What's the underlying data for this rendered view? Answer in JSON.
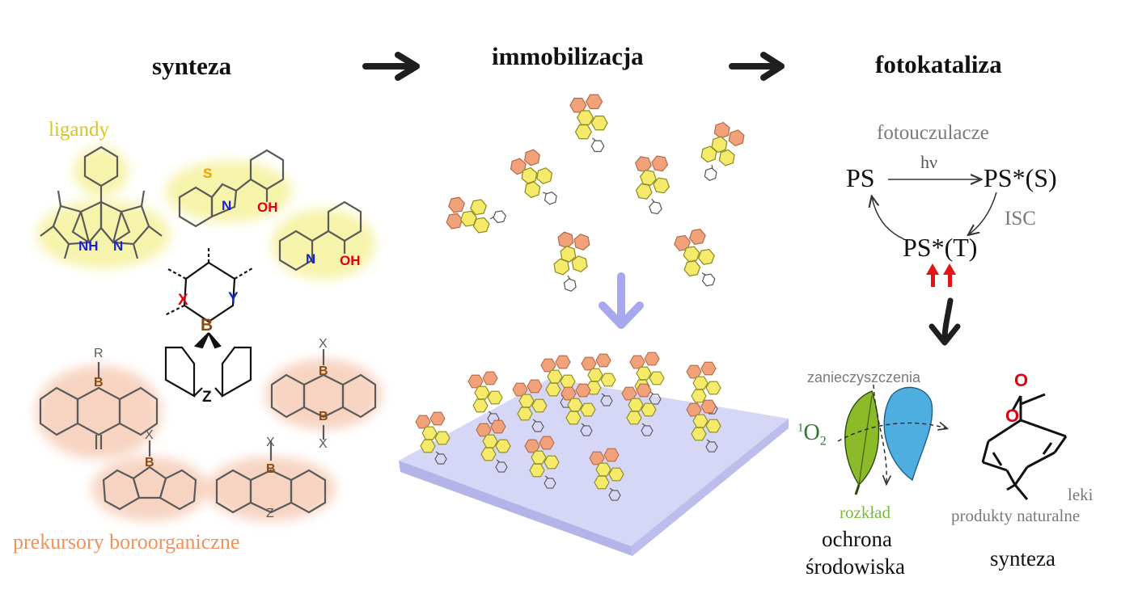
{
  "headers": {
    "synthesis": "synteza",
    "immobilization": "immobilizacja",
    "photocatalysis": "fotokataliza"
  },
  "left_panel": {
    "ligands_label": "ligandy",
    "precursors_label": "prekursory boroorganiczne",
    "atoms": {
      "nh": "NH",
      "n": "N",
      "s": "S",
      "oh": "OH",
      "x": "X",
      "y": "Y",
      "b": "B",
      "z": "Z",
      "r": "R"
    }
  },
  "cycle": {
    "photosensitizers_label": "fotouczulacze",
    "ps": "PS",
    "ps_singlet": "PS*(S)",
    "ps_triplet": "PS*(T)",
    "hv": "hν",
    "isc": "ISC"
  },
  "applications": {
    "pollutants": "zanieczyszczenia",
    "singlet_oxygen_sup": "1",
    "singlet_oxygen": "O",
    "singlet_oxygen_sub": "2",
    "degradation": "rozkład",
    "env_protection_line1": "ochrona",
    "env_protection_line2": "środowiska",
    "drugs": "leki",
    "natural_products": "produkty naturalne",
    "synthesis": "synteza",
    "o_atom": "O"
  },
  "colors": {
    "ligand_glow": "#f6f3a6",
    "precursor_glow": "#f7d2bf",
    "precursor_text": "#f0925a",
    "ligand_text": "#d9c51d",
    "boron": "#8a4b12",
    "nitrogen": "#1a22d6",
    "oxygen": "#e0000f",
    "sulfur": "#e8a000",
    "surface": "#c9c9f3",
    "arrow_down": "#a8a8ee",
    "arrow_red": "#e01515",
    "leaf_green": "#8cbb2a",
    "drop_blue": "#4eaee0",
    "degradation_green": "#7cb83a"
  }
}
